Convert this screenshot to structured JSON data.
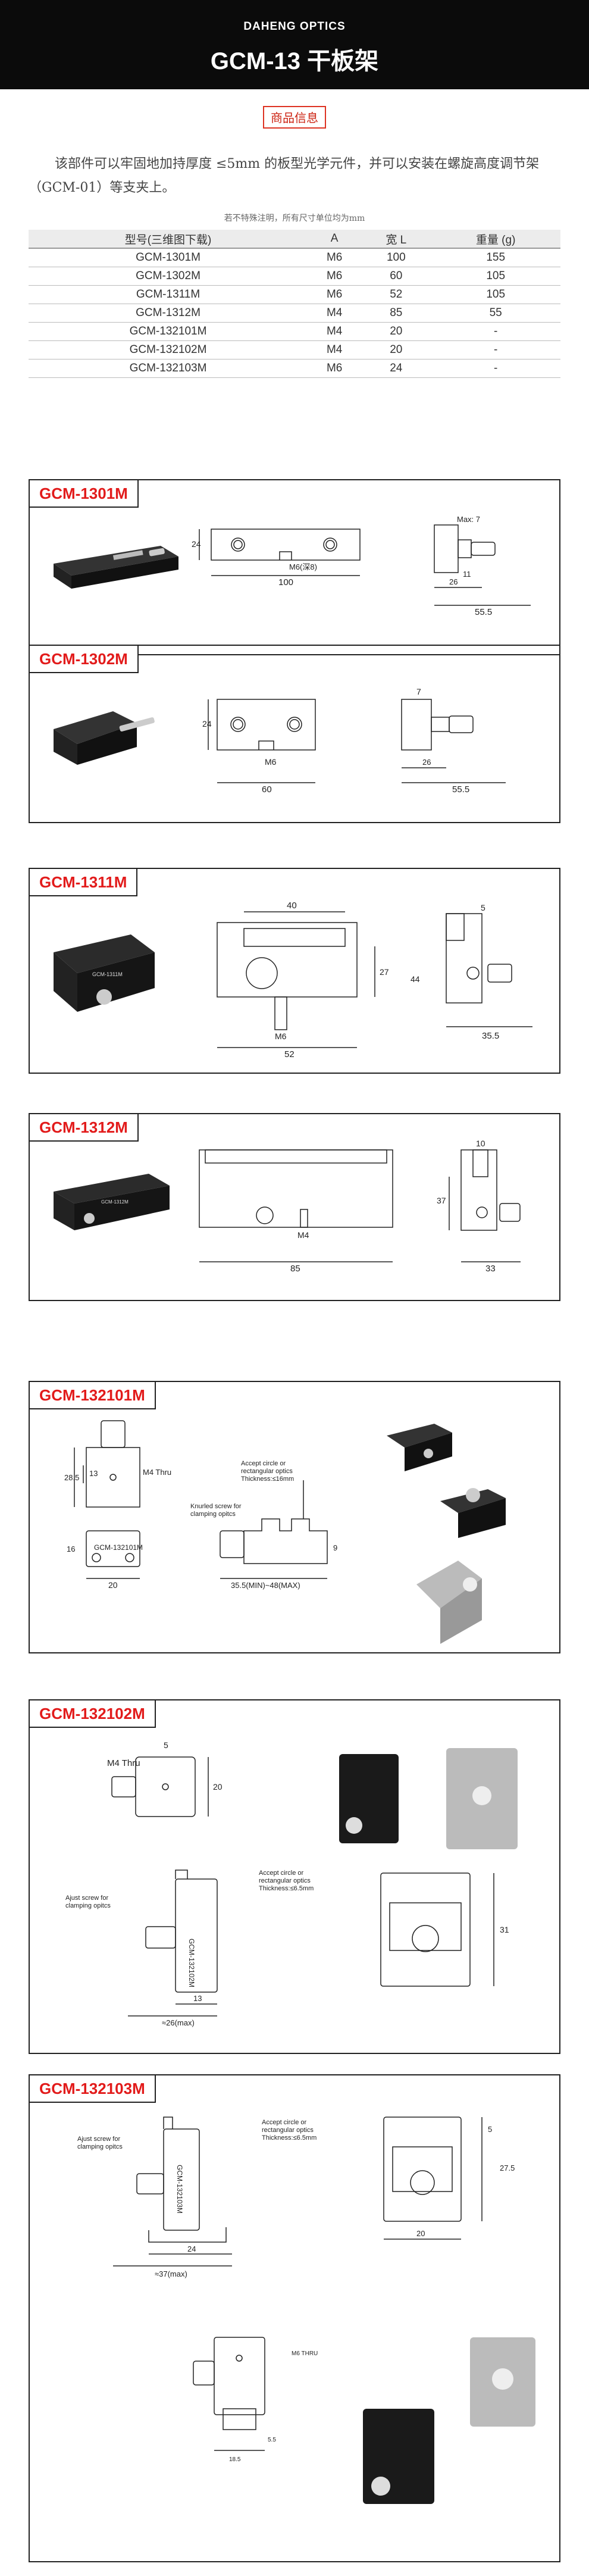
{
  "header": {
    "brand": "DAHENG OPTICS",
    "title": "GCM-13 干板架"
  },
  "info": {
    "title": "商品信息",
    "description": "该部件可以牢固地加持厚度 ≤5mm 的板型光学元件，并可以安装在螺旋高度调节架（GCM-01）等支夹上。",
    "note": "若不特殊注明，所有尺寸单位均为mm"
  },
  "table": {
    "headers": [
      "型号(三维图下载)",
      "A",
      "宽 L",
      "重量 (g)"
    ],
    "rows": [
      [
        "GCM-1301M",
        "M6",
        "100",
        "155"
      ],
      [
        "GCM-1302M",
        "M6",
        "60",
        "105"
      ],
      [
        "GCM-1311M",
        "M6",
        "52",
        "105"
      ],
      [
        "GCM-1312M",
        "M4",
        "85",
        "55"
      ],
      [
        "GCM-132101M",
        "M4",
        "20",
        "-"
      ],
      [
        "GCM-132102M",
        "M4",
        "20",
        "-"
      ],
      [
        "GCM-132103M",
        "M6",
        "24",
        "-"
      ]
    ]
  },
  "colors": {
    "accent": "#e21b1b",
    "hero_bg": "#0b0b0b"
  },
  "sections": {
    "s1": {
      "tag": "GCM-1301M",
      "dims": [
        "24",
        "M6(深8)",
        "100",
        "Max: 7",
        "11",
        "26",
        "55.5"
      ]
    },
    "s2": {
      "tag": "GCM-1302M",
      "dims": [
        "24",
        "M6",
        "60",
        "7",
        "26",
        "55.5"
      ]
    },
    "s3": {
      "tag": "GCM-1311M",
      "engrave": "GCM-1311M",
      "dims": [
        "40",
        "27",
        "44",
        "M6",
        "52",
        "5",
        "35.5"
      ]
    },
    "s4": {
      "tag": "GCM-1312M",
      "engrave": "GCM-1312M",
      "dims": [
        "10",
        "37",
        "M4",
        "85",
        "33"
      ]
    },
    "s5": {
      "tag": "GCM-132101M",
      "engrave": "GCM-132101M",
      "dims": [
        "28.5",
        "13",
        "M4 Thru",
        "16",
        "20",
        "Accept circle or",
        "rectangular optics",
        "Thickness:≤16mm",
        "Knurled screw for",
        "clamping opitcs",
        "9",
        "35.5(MIN)~48(MAX)"
      ]
    },
    "s6": {
      "tag": "GCM-132102M",
      "engrave": "GCM-132102M",
      "dims": [
        "5",
        "M4 Thru",
        "20",
        "Accept circle or",
        "rectangular optics",
        "Thickness:≤6.5mm",
        "Ajust screw for",
        "clamping opitcs",
        "13",
        "≈26(max)",
        "31"
      ]
    },
    "s7": {
      "tag": "GCM-132103M",
      "engrave": "GCM-132103M",
      "dims": [
        "Accept circle or",
        "rectangular optics",
        "Thickness:≤6.5mm",
        "Ajust screw for",
        "clamping opitcs",
        "24",
        "≈37(max)",
        "20",
        "5",
        "27.5",
        "M6 THRU",
        "18.5",
        "5.5"
      ]
    }
  }
}
